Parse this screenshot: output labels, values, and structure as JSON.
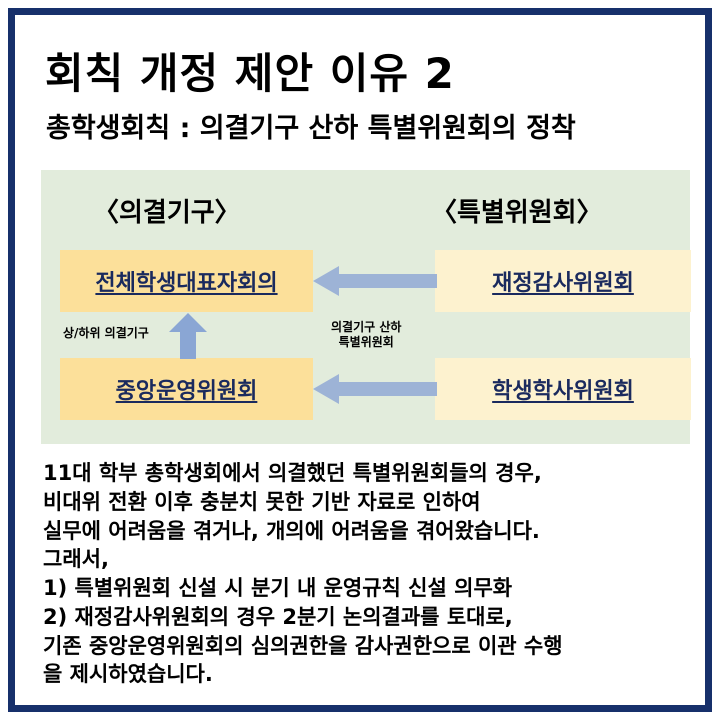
{
  "slide": {
    "title": "회칙 개정 제안 이유 2",
    "subtitle": "총학생회칙 : 의결기구 산하 특별위원회의 정착",
    "border_color": "#17306b",
    "background_color": "#ffffff"
  },
  "diagram": {
    "panel_color": "#e2ecdc",
    "arrow_color": "#9db3d6",
    "headers": {
      "left": "〈의결기구〉",
      "right": "〈특별위원회〉"
    },
    "nodes": [
      {
        "id": "assembly",
        "label": "전체학생대표자회의",
        "color": "#fce09a",
        "column": "left",
        "row": "top"
      },
      {
        "id": "central",
        "label": "중앙운영위원회",
        "color": "#fce09a",
        "column": "left",
        "row": "bottom"
      },
      {
        "id": "audit",
        "label": "재정감사위원회",
        "color": "#fdf2cf",
        "column": "right",
        "row": "top"
      },
      {
        "id": "academic",
        "label": "학생학사위원회",
        "color": "#fdf2cf",
        "column": "right",
        "row": "bottom"
      }
    ],
    "notes": {
      "hierarchy": "상/하위 의결기구",
      "subcommittee_line1": "의결기구 산하",
      "subcommittee_line2": "특별위원회"
    }
  },
  "body": {
    "lines": [
      "11대 학부 총학생회에서 의결했던 특별위원회들의 경우,",
      "비대위 전환 이후 충분치 못한 기반 자료로 인하여",
      "실무에 어려움을 겪거나, 개의에 어려움을 겪어왔습니다.",
      "그래서,",
      "1) 특별위원회 신설 시 분기 내 운영규칙 신설 의무화",
      "2) 재정감사위원회의 경우 2분기 논의결과를 토대로,",
      "기존 중앙운영위원회의 심의권한을 감사권한으로 이관 수행",
      "을 제시하였습니다."
    ]
  }
}
